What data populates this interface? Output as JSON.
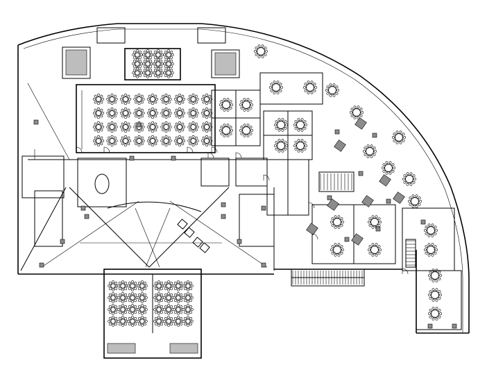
{
  "drawing": {
    "type": "architectural floor plan",
    "text_labels": []
  },
  "colors": {
    "line": "#000000",
    "background": "#ffffff",
    "column_fill": "#8c8c8c",
    "stair_fill": "#bdbdbd"
  },
  "banquet_halls": [
    {
      "id": "main-ballroom",
      "round_tables": 36
    },
    {
      "id": "upper-hall",
      "round_tables": 12
    },
    {
      "id": "lower-hall",
      "round_tables": 32
    }
  ],
  "private_rooms": 14
}
